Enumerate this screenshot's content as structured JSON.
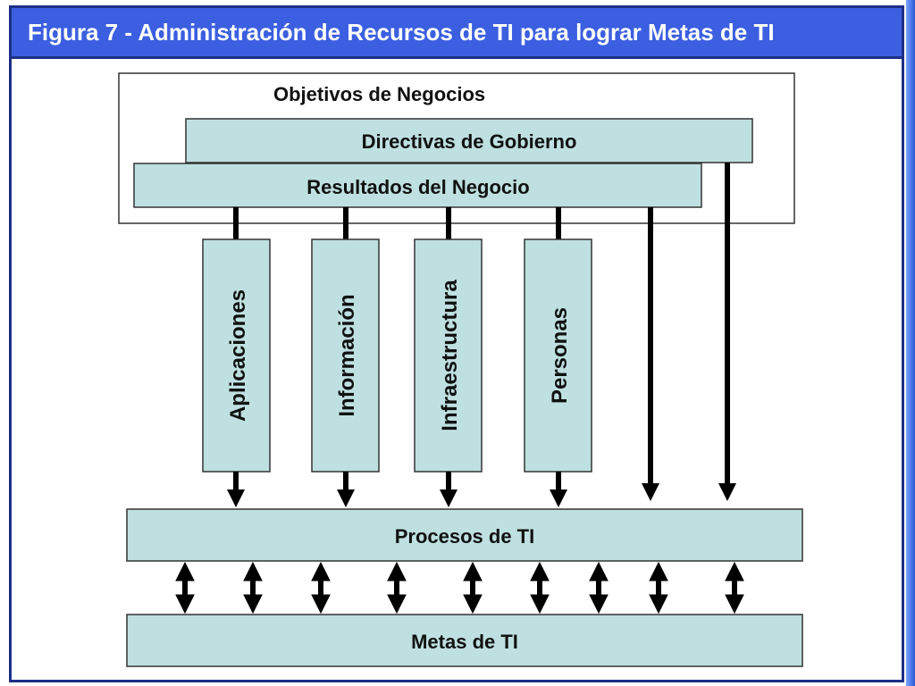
{
  "title": "Figura 7 - Administración de Recursos de TI para lograr Metas de TI",
  "diagram": {
    "objetivos": "Objetivos de Negocios",
    "directivas": "Directivas de Gobierno",
    "resultados": "Resultados del Negocio",
    "recursos": [
      "Aplicaciones",
      "Información",
      "Infraestructura",
      "Personas"
    ],
    "procesos": "Procesos de TI",
    "metas": "Metas de TI"
  },
  "colors": {
    "box_fill": "#bfe0e0",
    "title_bar": "#3b5fe0",
    "frame": "#1d2f86",
    "arrow": "#000000"
  }
}
